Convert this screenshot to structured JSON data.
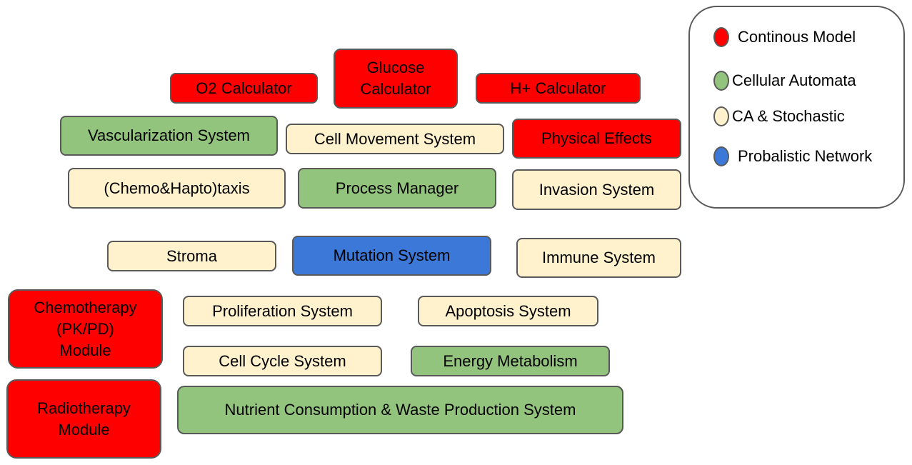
{
  "colors": {
    "continuous": "#ff0000",
    "cellular_automata": "#93c47d",
    "ca_stochastic": "#fff2cc",
    "probabilistic": "#3c78d8",
    "border": "#595959"
  },
  "modules": {
    "o2_calculator": "O2 Calculator",
    "glucose_calculator": "Glucose\nCalculator",
    "h_calculator": "H+ Calculator",
    "vascularization_system": "Vascularization System",
    "cell_movement_system": "Cell Movement System",
    "physical_effects": "Physical Effects",
    "chemo_hapto_taxis": "(Chemo&Hapto)taxis",
    "process_manager": "Process Manager",
    "invasion_system": "Invasion System",
    "stroma": "Stroma",
    "mutation_system": "Mutation System",
    "immune_system": "Immune System",
    "chemotherapy_module": "Chemotherapy\n(PK/PD)\nModule",
    "proliferation_system": "Proliferation System",
    "apoptosis_system": "Apoptosis System",
    "cell_cycle_system": "Cell Cycle System",
    "energy_metabolism": "Energy Metabolism",
    "radiotherapy_module": "Radiotherapy\nModule",
    "nutrient_consumption": "Nutrient Consumption & Waste Production System"
  },
  "legend": {
    "continuous": "Continous Model",
    "cellular_automata": "Cellular Automata",
    "ca_stochastic": "CA & Stochastic",
    "probabilistic": "Probalistic Network"
  }
}
